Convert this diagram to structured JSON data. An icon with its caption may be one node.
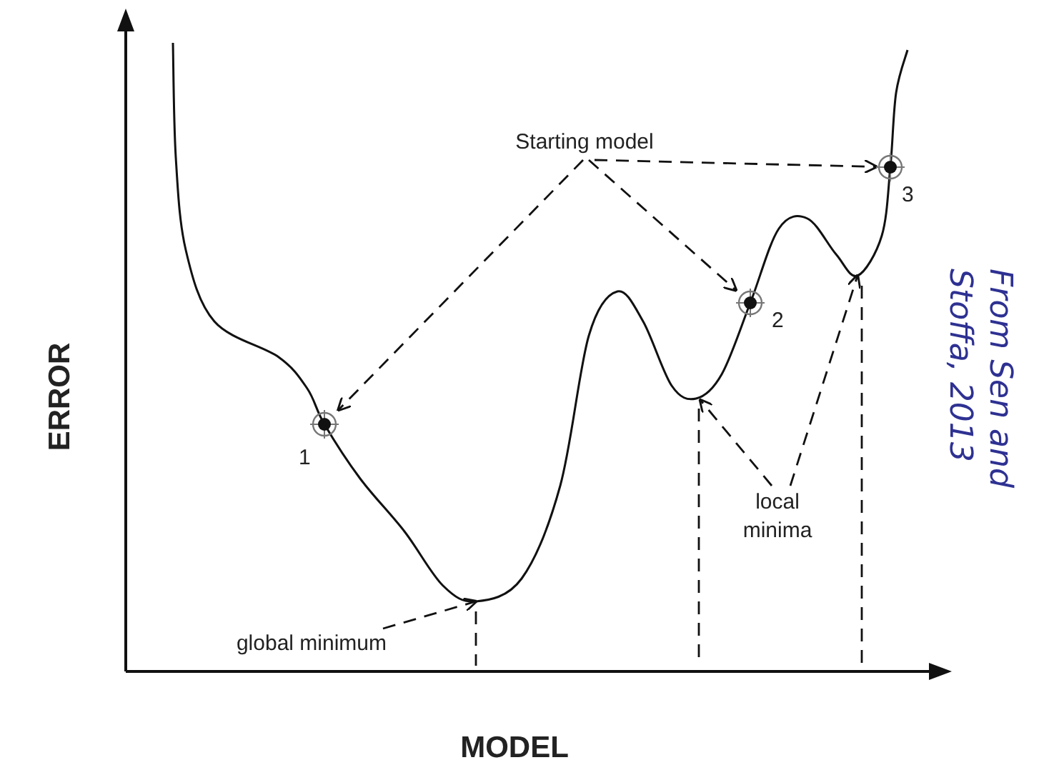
{
  "diagram": {
    "nodes": [
      {
        "text": [
          "Starting model"
        ]
      },
      {
        "text": [],
        "shape": "circle",
        "beside": [
          "1"
        ]
      },
      {
        "text": [],
        "shape": "circle",
        "beside": [
          "2"
        ]
      },
      {
        "text": [],
        "shape": "circle",
        "beside": [
          "3"
        ]
      },
      {
        "text": [
          "global minimum"
        ]
      },
      {
        "text": [
          "local minima"
        ]
      }
    ],
    "edges": [
      {
        "from": 0,
        "to": 1,
        "arrow": "to",
        "style": "dashed"
      },
      {
        "from": 0,
        "to": 2,
        "arrow": "to",
        "style": "dashed"
      },
      {
        "from": 0,
        "to": 3,
        "arrow": "to",
        "style": "dashed"
      },
      {
        "from": 4,
        "to": null,
        "arrow": "to",
        "style": "dashed"
      },
      {
        "from": 5,
        "to": null,
        "arrow": "to",
        "style": "dashed"
      },
      {
        "from": 5,
        "to": null,
        "arrow": "to",
        "style": "dashed"
      }
    ],
    "labels": [
      "ERROR",
      "MODEL",
      "From Sen and Stoffa, 2013"
    ]
  }
}
